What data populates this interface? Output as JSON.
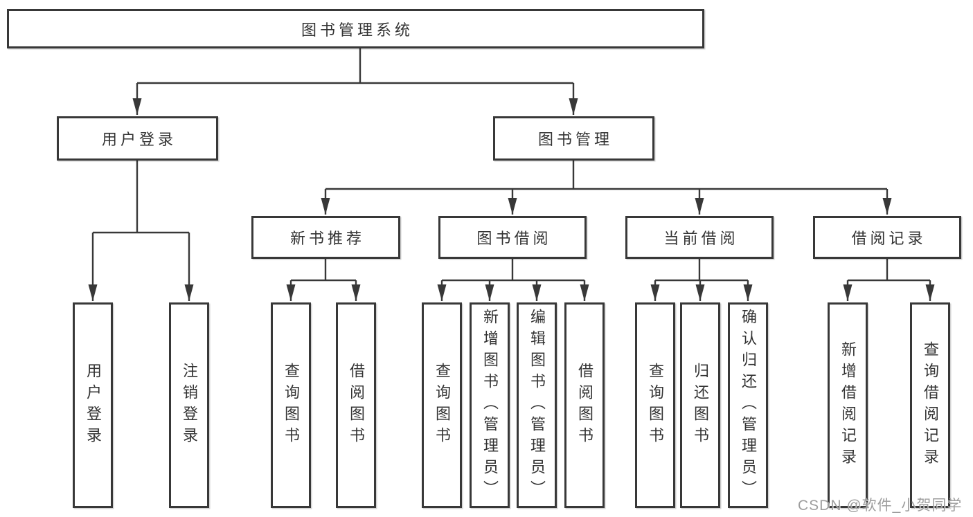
{
  "colors": {
    "line": "#383838",
    "box_border": "#383838",
    "box_fill": "#ffffff",
    "text": "#333333",
    "background": "#ffffff",
    "watermark": "#9e9e9e"
  },
  "tree": {
    "root": {
      "label": "图书管理系统"
    },
    "user_login": {
      "label": "用户登录",
      "children": [
        {
          "label": "用户登录"
        },
        {
          "label": "注销登录"
        }
      ]
    },
    "book_management": {
      "label": "图书管理",
      "sections": [
        {
          "label": "新书推荐",
          "children": [
            {
              "label": "查询图书"
            },
            {
              "label": "借阅图书"
            }
          ]
        },
        {
          "label": "图书借阅",
          "children": [
            {
              "label": "查询图书"
            },
            {
              "label": "新增图书（管理员）"
            },
            {
              "label": "编辑图书（管理员）"
            },
            {
              "label": "借阅图书"
            }
          ]
        },
        {
          "label": "当前借阅",
          "children": [
            {
              "label": "查询图书"
            },
            {
              "label": "归还图书"
            },
            {
              "label": "确认归还（管理员）"
            }
          ]
        },
        {
          "label": "借阅记录",
          "children": [
            {
              "label": "新增借阅记录"
            },
            {
              "label": "查询借阅记录"
            }
          ]
        }
      ]
    }
  },
  "watermark": {
    "text": "CSDN @软件_小贺同学"
  }
}
